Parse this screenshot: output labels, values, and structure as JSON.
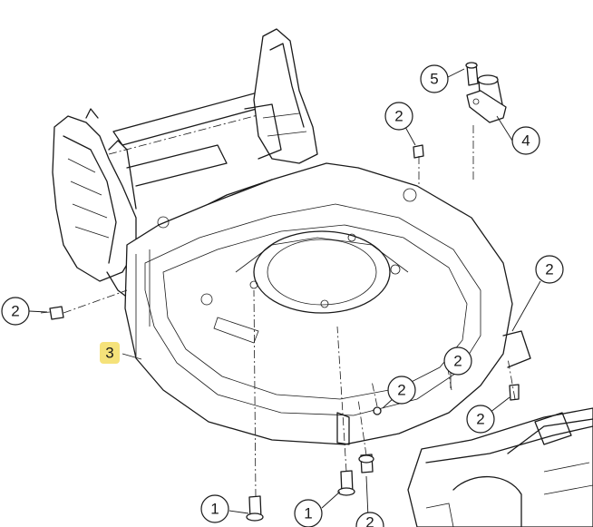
{
  "callouts": [
    {
      "id": "c1",
      "label": "2"
    },
    {
      "id": "c2",
      "label": "5"
    },
    {
      "id": "c3",
      "label": "4"
    },
    {
      "id": "c4",
      "label": "2"
    },
    {
      "id": "c5",
      "label": "2"
    },
    {
      "id": "c6",
      "label": "3",
      "highlighted": true
    },
    {
      "id": "c7",
      "label": "2"
    },
    {
      "id": "c8",
      "label": "2"
    },
    {
      "id": "c9",
      "label": "2"
    },
    {
      "id": "c10",
      "label": "1"
    },
    {
      "id": "c11",
      "label": "1"
    },
    {
      "id": "c12",
      "label": "2"
    }
  ],
  "colors": {
    "ink": "#1a1a1a",
    "paper": "#ffffff",
    "highlight": "#f5e27a"
  }
}
